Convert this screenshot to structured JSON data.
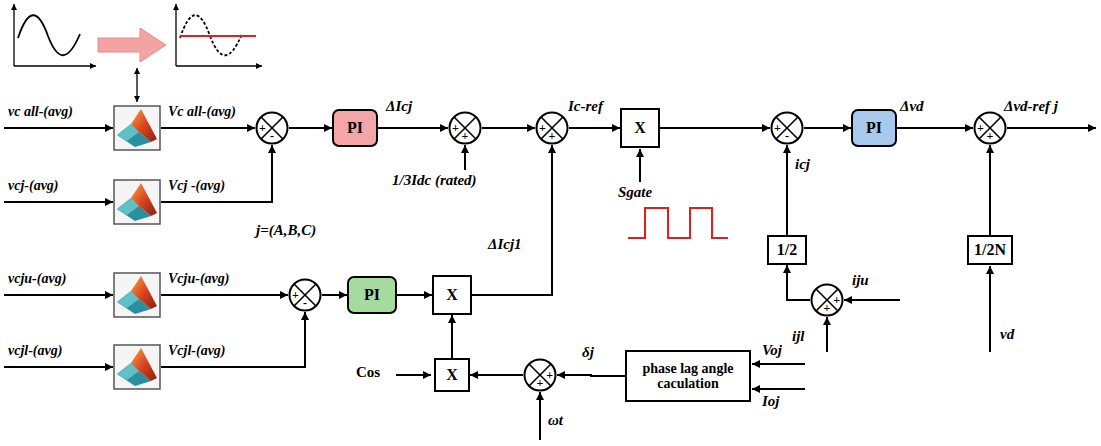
{
  "diagram": {
    "nodes": [
      {
        "text": [
          "+",
          "-"
        ]
      },
      {
        "text": [
          "PI"
        ]
      },
      {
        "text": [
          "+",
          "+"
        ]
      },
      {
        "text": [
          "+",
          "+"
        ]
      },
      {
        "text": [
          "X"
        ]
      },
      {
        "text": [
          "+",
          "-"
        ]
      },
      {
        "text": [
          "PI"
        ]
      },
      {
        "text": [
          "+",
          "+"
        ]
      },
      {
        "text": [
          "+",
          "-"
        ]
      },
      {
        "text": [
          "PI"
        ]
      },
      {
        "text": [
          "X"
        ]
      },
      {
        "text": [
          "1/2"
        ]
      },
      {
        "text": [
          "1/2N"
        ]
      },
      {
        "text": [
          "+",
          "+"
        ]
      },
      {
        "text": [
          "X"
        ]
      },
      {
        "text": [
          "+",
          "+"
        ]
      },
      {
        "text": [
          "phase lag angle caculation"
        ]
      }
    ],
    "edges": [
      {
        "from": 0,
        "to": 1,
        "arrow": "to"
      },
      {
        "from": 1,
        "to": 2,
        "arrow": "to",
        "label": "ΔIcj"
      },
      {
        "from": 2,
        "to": 3,
        "arrow": "to"
      },
      {
        "from": 3,
        "to": 4,
        "arrow": "to",
        "label": "Ic-ref"
      },
      {
        "from": 4,
        "to": 5,
        "arrow": "to"
      },
      {
        "from": 5,
        "to": 6,
        "arrow": "to"
      },
      {
        "from": 6,
        "to": 7,
        "arrow": "to",
        "label": "Δvd"
      },
      {
        "from": 8,
        "to": 9,
        "arrow": "to"
      },
      {
        "from": 9,
        "to": 10,
        "arrow": "to"
      },
      {
        "from": 10,
        "to": 3,
        "arrow": "to",
        "label": "ΔIcj1"
      },
      {
        "from": 14,
        "to": 10,
        "arrow": "to"
      },
      {
        "from": 15,
        "to": 14,
        "arrow": "to"
      },
      {
        "from": 16,
        "to": 15,
        "arrow": "to",
        "label": "δj"
      },
      {
        "from": 11,
        "to": 5,
        "arrow": "to"
      },
      {
        "from": 13,
        "to": 11,
        "arrow": "to"
      },
      {
        "from": 12,
        "to": 7,
        "arrow": "to"
      }
    ],
    "labels": [
      "vc all-(avg)",
      "Vc all-(avg)",
      "vcj-(avg)",
      "Vcj -(avg)",
      "vcju-(avg)",
      "Vcju-(avg)",
      "vcjl-(avg)",
      "Vcjl-(avg)",
      "j=(A,B,C)",
      "1/3Idc (rated)",
      "Sgate",
      "icj",
      "iju",
      "ijl",
      "vd",
      "Δvd-ref j",
      "Cos",
      "ωt",
      "Voj",
      "Ioj"
    ]
  }
}
